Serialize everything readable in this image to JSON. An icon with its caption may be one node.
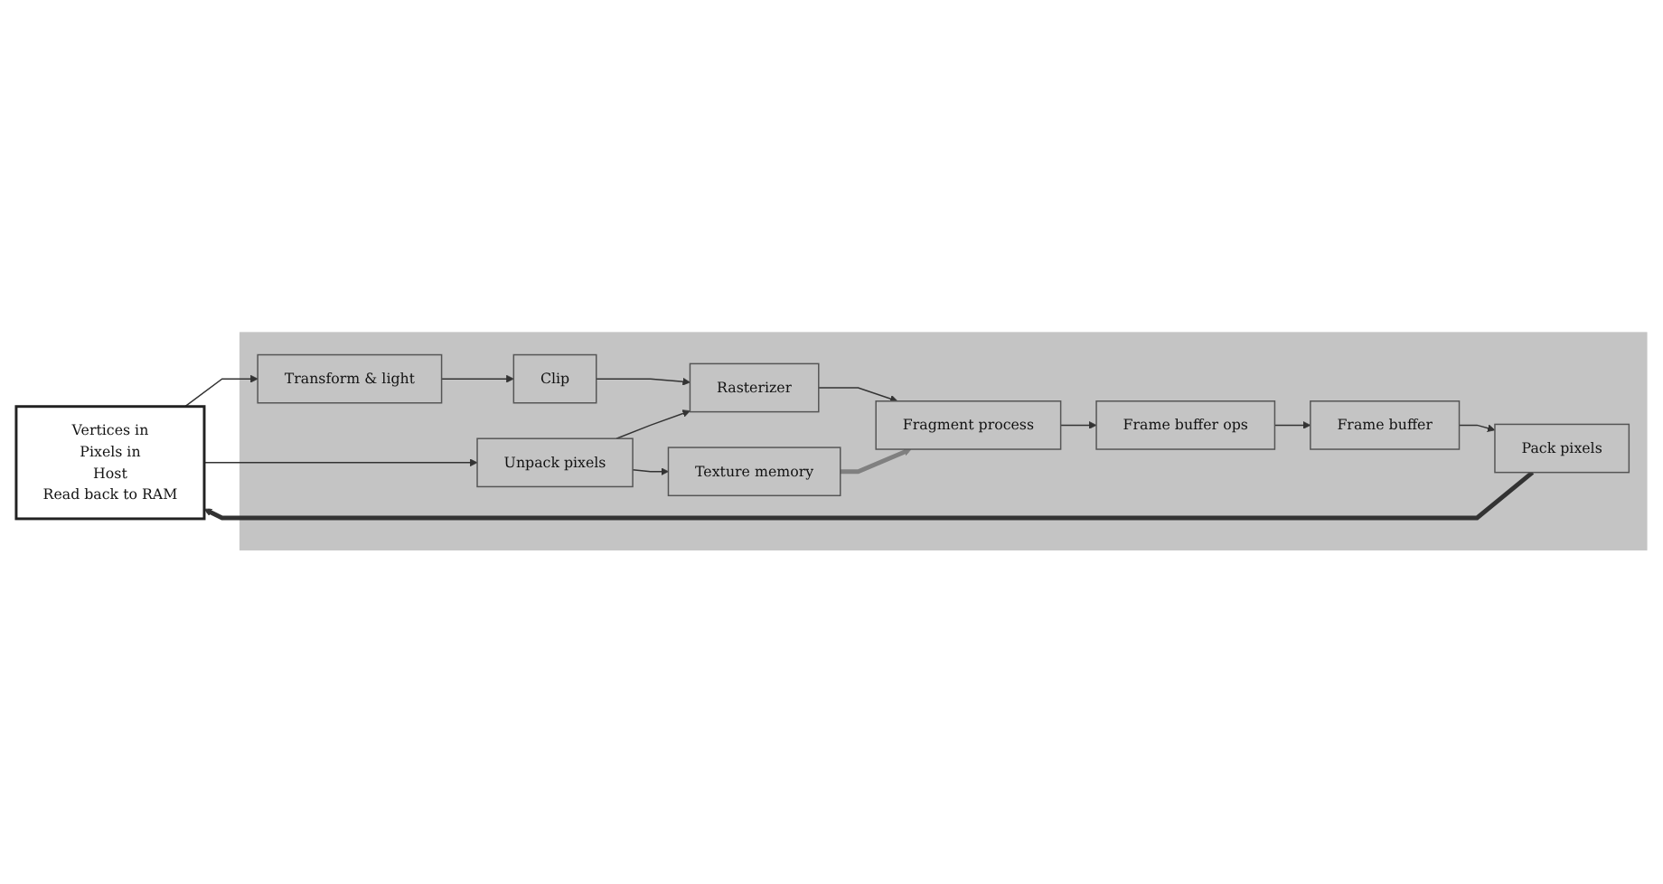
{
  "diagram": {
    "nodes": [
      {
        "text": [
          "Vertices in",
          "Pixels in",
          "Host",
          "Read back to RAM"
        ]
      },
      {
        "text": [],
        "shape": "box"
      },
      {
        "text": [
          "Transform & light"
        ],
        "in": 1
      },
      {
        "text": [
          "Clip"
        ],
        "in": 1
      },
      {
        "text": [
          "Rasterizer"
        ],
        "in": 1
      },
      {
        "text": [
          "Fragment process"
        ],
        "in": 1
      },
      {
        "text": [
          "Frame buffer ops"
        ],
        "in": 1
      },
      {
        "text": [
          "Unpack pixels"
        ],
        "in": 1
      },
      {
        "text": [
          "Frame buffer"
        ],
        "in": 1
      },
      {
        "text": [
          "Texture memory"
        ],
        "in": 1
      },
      {
        "text": [
          "Pack pixels"
        ],
        "in": 1
      }
    ],
    "edges": [
      {
        "from": 0,
        "to": 2,
        "arrow": "to"
      },
      {
        "from": 2,
        "to": 3,
        "arrow": "to"
      },
      {
        "from": 3,
        "to": 4,
        "arrow": "to"
      },
      {
        "from": 4,
        "to": 5,
        "arrow": "to"
      },
      {
        "from": 5,
        "to": 6,
        "arrow": "to"
      },
      {
        "from": 6,
        "to": 8,
        "arrow": "to"
      },
      {
        "from": 0,
        "to": 7,
        "arrow": "to"
      },
      {
        "from": 7,
        "to": 4,
        "arrow": "to"
      },
      {
        "from": 7,
        "to": 9,
        "arrow": "to"
      },
      {
        "from": 9,
        "to": 5,
        "arrow": "to",
        "style": "thick",
        "color": "#808080"
      },
      {
        "from": 8,
        "to": 10,
        "arrow": "to"
      },
      {
        "from": 10,
        "to": 0,
        "arrow": "to",
        "style": "thick"
      }
    ]
  }
}
